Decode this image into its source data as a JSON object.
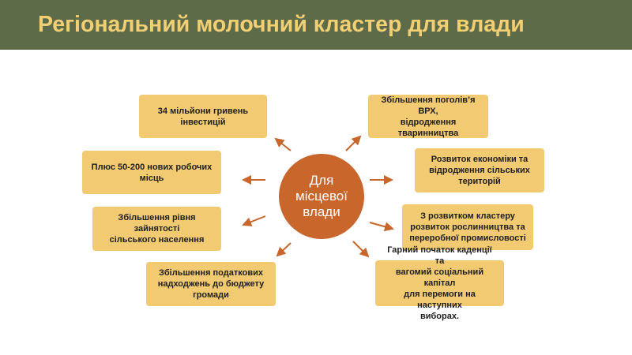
{
  "header": {
    "title": "Регіональний молочний кластер для влади"
  },
  "diagram": {
    "center": {
      "lines": [
        "Для",
        "місцевої",
        "влади"
      ]
    },
    "left_items": [
      {
        "lines": [
          "34 мільйони гривень",
          "інвестицій"
        ]
      },
      {
        "lines": [
          "Плюс 50-200 нових робочих",
          "місць"
        ]
      },
      {
        "lines": [
          "Збільшення рівня зайнятості",
          "сільського населення"
        ]
      },
      {
        "lines": [
          "Збільшення податкових",
          "надходжень до бюджету",
          "громади"
        ]
      }
    ],
    "right_items": [
      {
        "lines": [
          "Збільшення поголів’я ВРХ,",
          "відродження тваринництва"
        ]
      },
      {
        "lines": [
          "Розвиток економіки та",
          "відродження сільських",
          "територій"
        ]
      },
      {
        "lines": [
          "З розвитком кластеру",
          "розвиток рослинництва та",
          "переробної промисловості"
        ]
      },
      {
        "lines": [
          "Гарний початок каденції та",
          "вагомий соціальний капітал",
          "для перемоги на наступних",
          "виборах."
        ]
      }
    ],
    "colors": {
      "header_bg": "#5e6b49",
      "title_text": "#f2cf73",
      "box_fill": "#f2ca72",
      "center_fill": "#c8662b",
      "arrow": "#c8662b"
    }
  }
}
